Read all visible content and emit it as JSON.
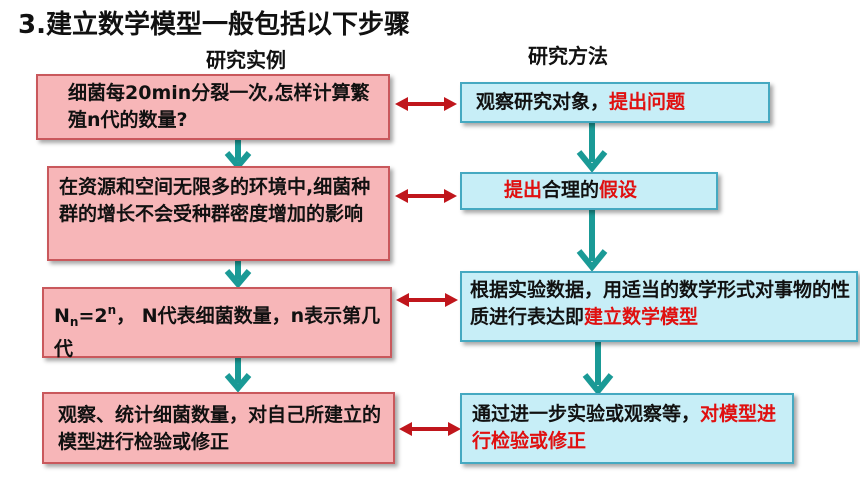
{
  "title": "3.建立数学模型一般包括以下步骤",
  "left_header": "研究实例",
  "right_header": "研究方法",
  "left_steps": [
    {
      "text": "细菌每20min分裂一次,怎样计算繁殖n代的数量?"
    },
    {
      "text": "在资源和空间无限多的环境中,细菌种群的增长不会受种群密度增加的影响"
    },
    {
      "formula": {
        "N": "N",
        "sub": "n",
        "eq": "=2",
        "sup": "n"
      },
      "text": "， N代表细菌数量，n表示第几代"
    },
    {
      "text": "观察、统计细菌数量，对自己所建立的模型进行检验或修正"
    }
  ],
  "right_steps": [
    {
      "plain1": "观察研究对象，",
      "red1": "提出问题"
    },
    {
      "red1": "提出",
      "plain1": "合理的",
      "red2": "假设"
    },
    {
      "plain1": "根据实验数据，用适当的数学形式对事物的性质进行表达即",
      "red1": "建立数学模型"
    },
    {
      "plain1": "通过进一步实验或观察等，",
      "red1": "对模型进行检验或修正"
    }
  ],
  "colors": {
    "left_box_fill": "#f7b6b8",
    "left_box_border": "#c9585c",
    "right_box_fill": "#c7eef7",
    "right_box_border": "#45a9c1",
    "down_arrow": "#1a9a96",
    "double_arrow": "#c0161c",
    "highlight_text": "#e01010"
  }
}
